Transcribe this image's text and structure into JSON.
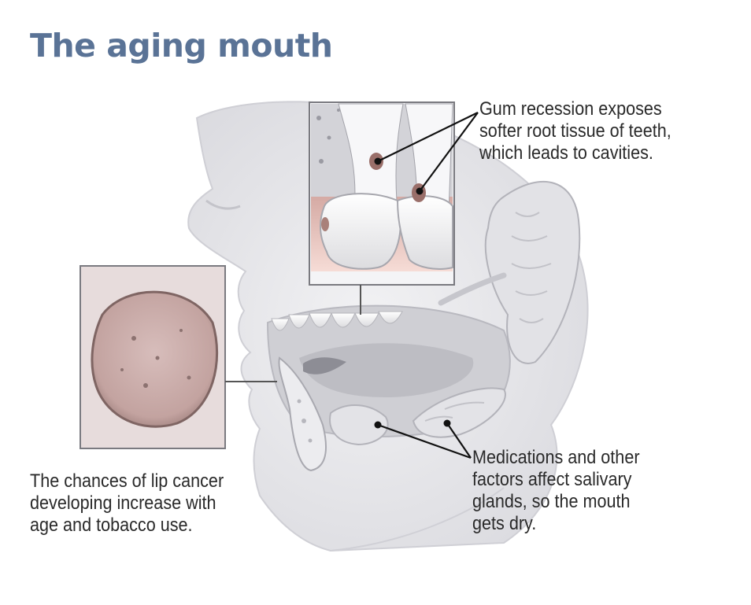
{
  "title": "The aging mouth",
  "callouts": {
    "gum_recession": {
      "lines": [
        "Gum recession exposes",
        "softer root tissue of teeth,",
        "which leads to cavities."
      ]
    },
    "lip_cancer": {
      "lines": [
        "The chances of lip cancer",
        "developing increase with",
        "age and tobacco use."
      ]
    },
    "salivary_glands": {
      "lines": [
        "Medications and other",
        "factors affect salivary",
        "glands, so the mouth",
        "gets dry."
      ]
    }
  },
  "colors": {
    "title": "#5a7396",
    "text": "#2a2a2a",
    "skin": "#e6e6e8",
    "gland": "#d8d8dc",
    "gum_pink": "#e3b8b0",
    "lesion": "#c9a9a6"
  },
  "icons": {
    "face": "face-profile-illustration",
    "inset_teeth": "tooth-cross-section-inset",
    "inset_lip": "lip-lesion-inset"
  }
}
